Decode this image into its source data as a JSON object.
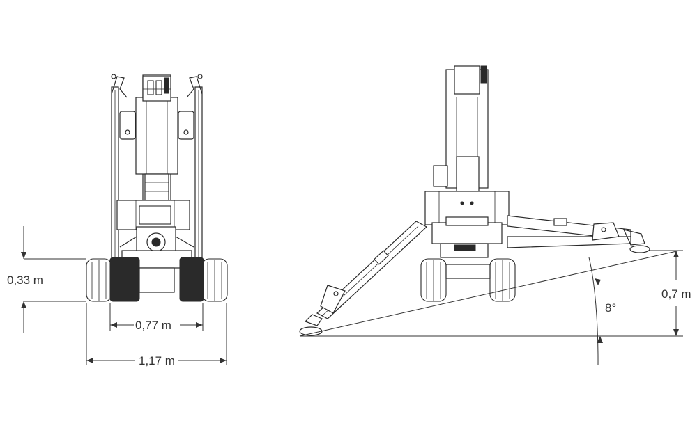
{
  "labels": {
    "front_height": "0,33 m",
    "track_inner": "0,77 m",
    "overall_width": "1,17 m",
    "outrigger_height": "0,7 m",
    "slope_angle": "8°"
  },
  "colors": {
    "line": "#2a2a2a",
    "dimension": "#333333",
    "background": "#ffffff"
  }
}
